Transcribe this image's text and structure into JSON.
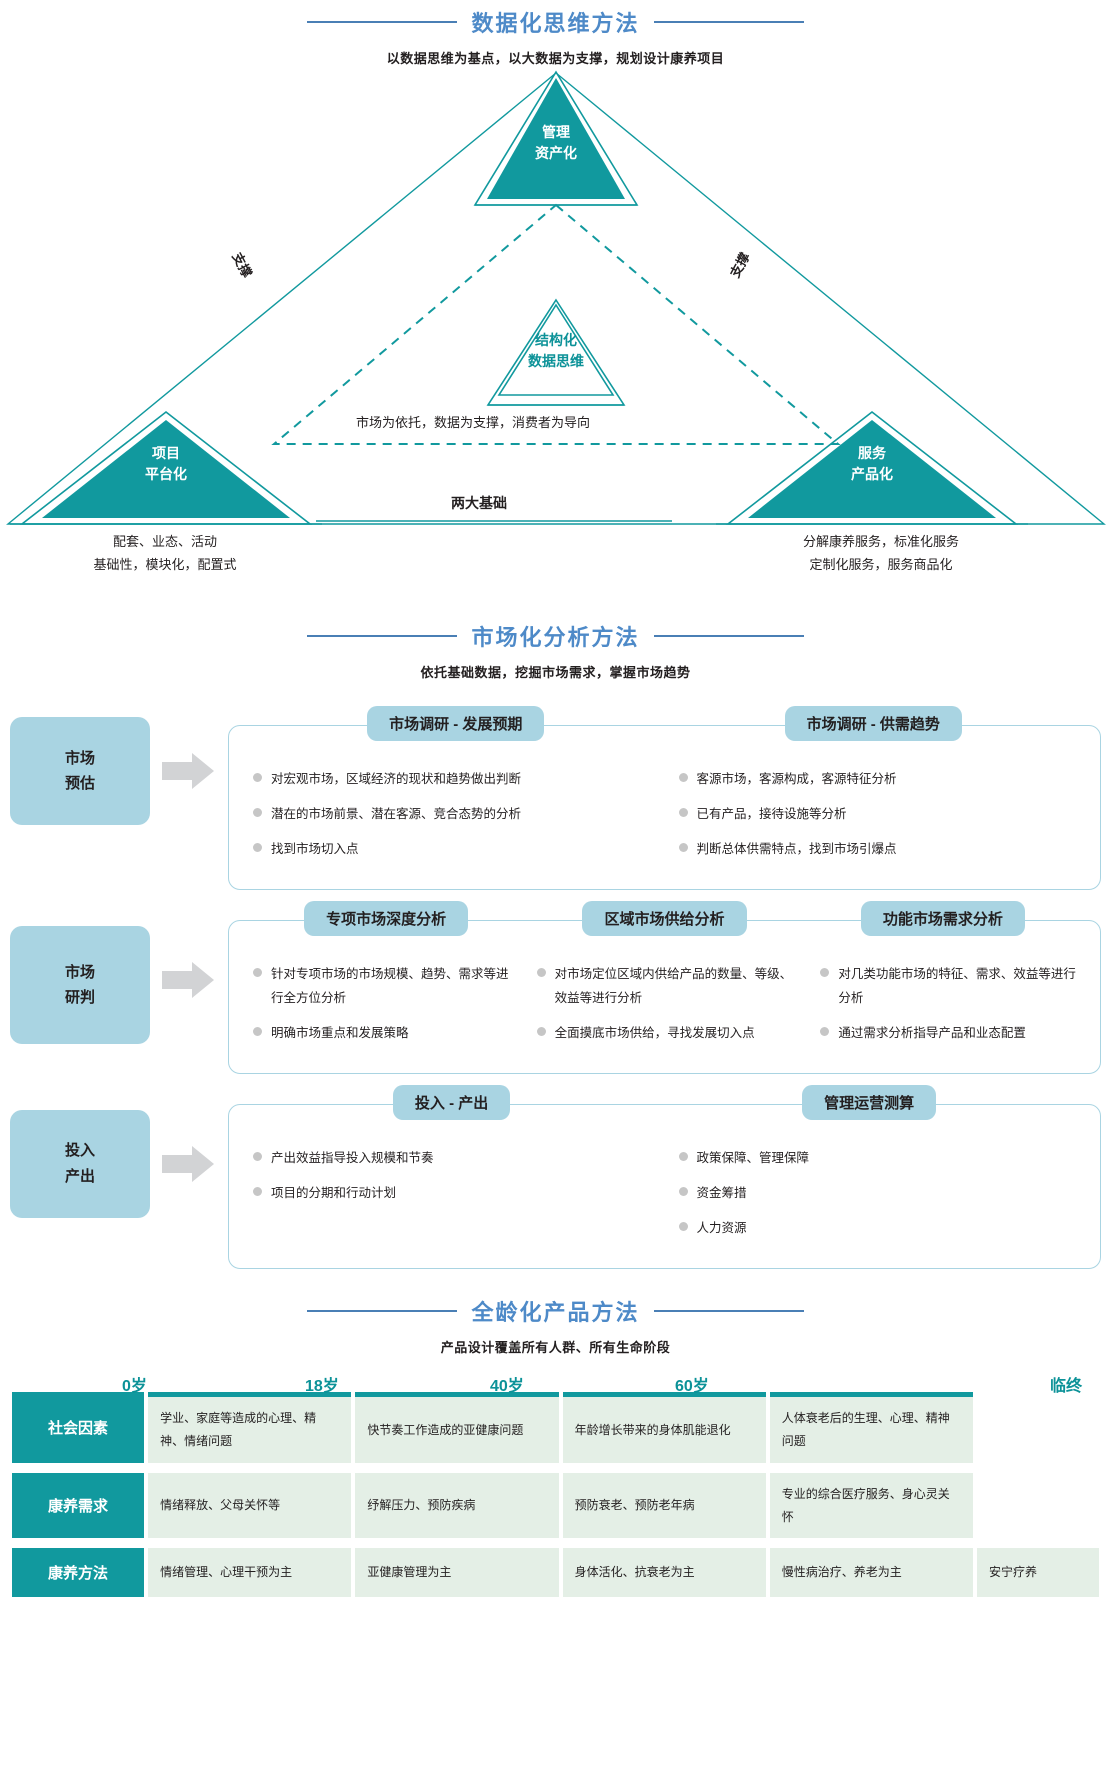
{
  "sections": {
    "data_thinking": {
      "title": "数据化思维方法",
      "subtitle": "以数据思维为基点，以大数据为支撑，规划设计康养项目",
      "top_triangle": {
        "line1": "管理",
        "line2": "资产化"
      },
      "inner_triangle": {
        "line1": "结构化",
        "line2": "数据思维"
      },
      "left_triangle": {
        "line1": "项目",
        "line2": "平台化"
      },
      "right_triangle": {
        "line1": "服务",
        "line2": "产品化"
      },
      "left_support_label": "支撑",
      "right_support_label": "支撑",
      "middle_note": "市场为依托，数据为支撑，消费者为导向",
      "base_note": "两大基础",
      "left_caption_line1": "配套、业态、活动",
      "left_caption_line2": "基础性，模块化，配置式",
      "right_caption_line1": "分解康养服务，标准化服务",
      "right_caption_line2": "定制化服务，服务商品化"
    },
    "market_analysis": {
      "title": "市场化分析方法",
      "subtitle": "依托基础数据，挖掘市场需求，掌握市场趋势",
      "rows": [
        {
          "stage_line1": "市场",
          "stage_line2": "预估",
          "chips": [
            "市场调研 - 发展预期",
            "市场调研 - 供需趋势"
          ],
          "columns": [
            [
              "对宏观市场，区域经济的现状和趋势做出判断",
              "潜在的市场前景、潜在客源、竞合态势的分析",
              "找到市场切入点"
            ],
            [
              "客源市场，客源构成，客源特征分析",
              "已有产品，接待设施等分析",
              "判断总体供需特点，找到市场引爆点"
            ]
          ]
        },
        {
          "stage_line1": "市场",
          "stage_line2": "研判",
          "chips": [
            "专项市场深度分析",
            "区域市场供给分析",
            "功能市场需求分析"
          ],
          "columns": [
            [
              "针对专项市场的市场规模、趋势、需求等进行全方位分析",
              "明确市场重点和发展策略"
            ],
            [
              "对市场定位区域内供给产品的数量、等级、效益等进行分析",
              "全面摸底市场供给，寻找发展切入点"
            ],
            [
              "对几类功能市场的特征、需求、效益等进行分析",
              "通过需求分析指导产品和业态配置"
            ]
          ]
        },
        {
          "stage_line1": "投入",
          "stage_line2": "产出",
          "chips": [
            "投入 - 产出",
            "管理运营测算"
          ],
          "columns": [
            [
              "产出效益指导投入规模和节奏",
              "项目的分期和行动计划"
            ],
            [
              "政策保障、管理保障",
              "资金筹措",
              "人力资源"
            ]
          ]
        }
      ]
    },
    "all_age_products": {
      "title": "全龄化产品方法",
      "subtitle": "产品设计覆盖所有人群、所有生命阶段",
      "age_marks": [
        "0岁",
        "18岁",
        "40岁",
        "60岁",
        "临终"
      ],
      "rows": [
        {
          "head": "社会因素",
          "cells": [
            "学业、家庭等造成的心理、精神、情绪问题",
            "快节奏工作造成的亚健康问题",
            "年龄增长带来的身体肌能退化",
            "人体衰老后的生理、心理、精神问题",
            ""
          ]
        },
        {
          "head": "康养需求",
          "cells": [
            "情绪释放、父母关怀等",
            "纾解压力、预防疾病",
            "预防衰老、预防老年病",
            "专业的综合医疗服务、身心灵关怀",
            ""
          ]
        },
        {
          "head": "康养方法",
          "cells": [
            "情绪管理、心理干预为主",
            "亚健康管理为主",
            "身体活化、抗衰老为主",
            "慢性病治疗、养老为主",
            "安宁疗养"
          ]
        }
      ]
    }
  },
  "colors": {
    "teal": "#11999e",
    "teal_dark": "#0c9298",
    "blue_title": "#4e8ac8",
    "light_blue": "#a9d4e2",
    "light_green": "#e4efe6",
    "bullet_gray": "#c6c6c6",
    "arrow_gray": "#d2d3d5"
  }
}
